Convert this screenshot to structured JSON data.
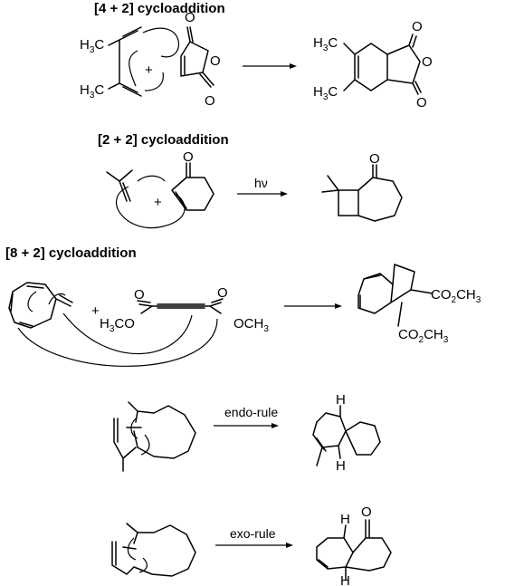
{
  "reactions": [
    {
      "title": "[4 + 2] cycloaddition",
      "diene_substituents": [
        "H3C",
        "H3C"
      ],
      "plus": "+",
      "dienophile_oxygens": [
        "O",
        "O",
        "O"
      ],
      "product_substituents": [
        "H3C",
        "H3C"
      ],
      "product_oxygens": [
        "O",
        "O",
        "O"
      ]
    },
    {
      "title": "[2 + 2] cycloaddition",
      "plus": "+",
      "enone_oxygen": "O",
      "condition": "hν",
      "product_oxygen": "O"
    },
    {
      "title": "[8 + 2] cycloaddition",
      "plus": "+",
      "ester_left": "H3CO",
      "ester_right": "OCH3",
      "ester_oxygens": [
        "O",
        "O"
      ],
      "product_esters": [
        "CO2CH3",
        "CO2CH3"
      ]
    },
    {
      "rule": "endo-rule",
      "stereo_h": [
        "H",
        "H"
      ]
    },
    {
      "rule": "exo-rule",
      "stereo_h": [
        "H",
        "H"
      ],
      "product_oxygen": "O"
    }
  ]
}
